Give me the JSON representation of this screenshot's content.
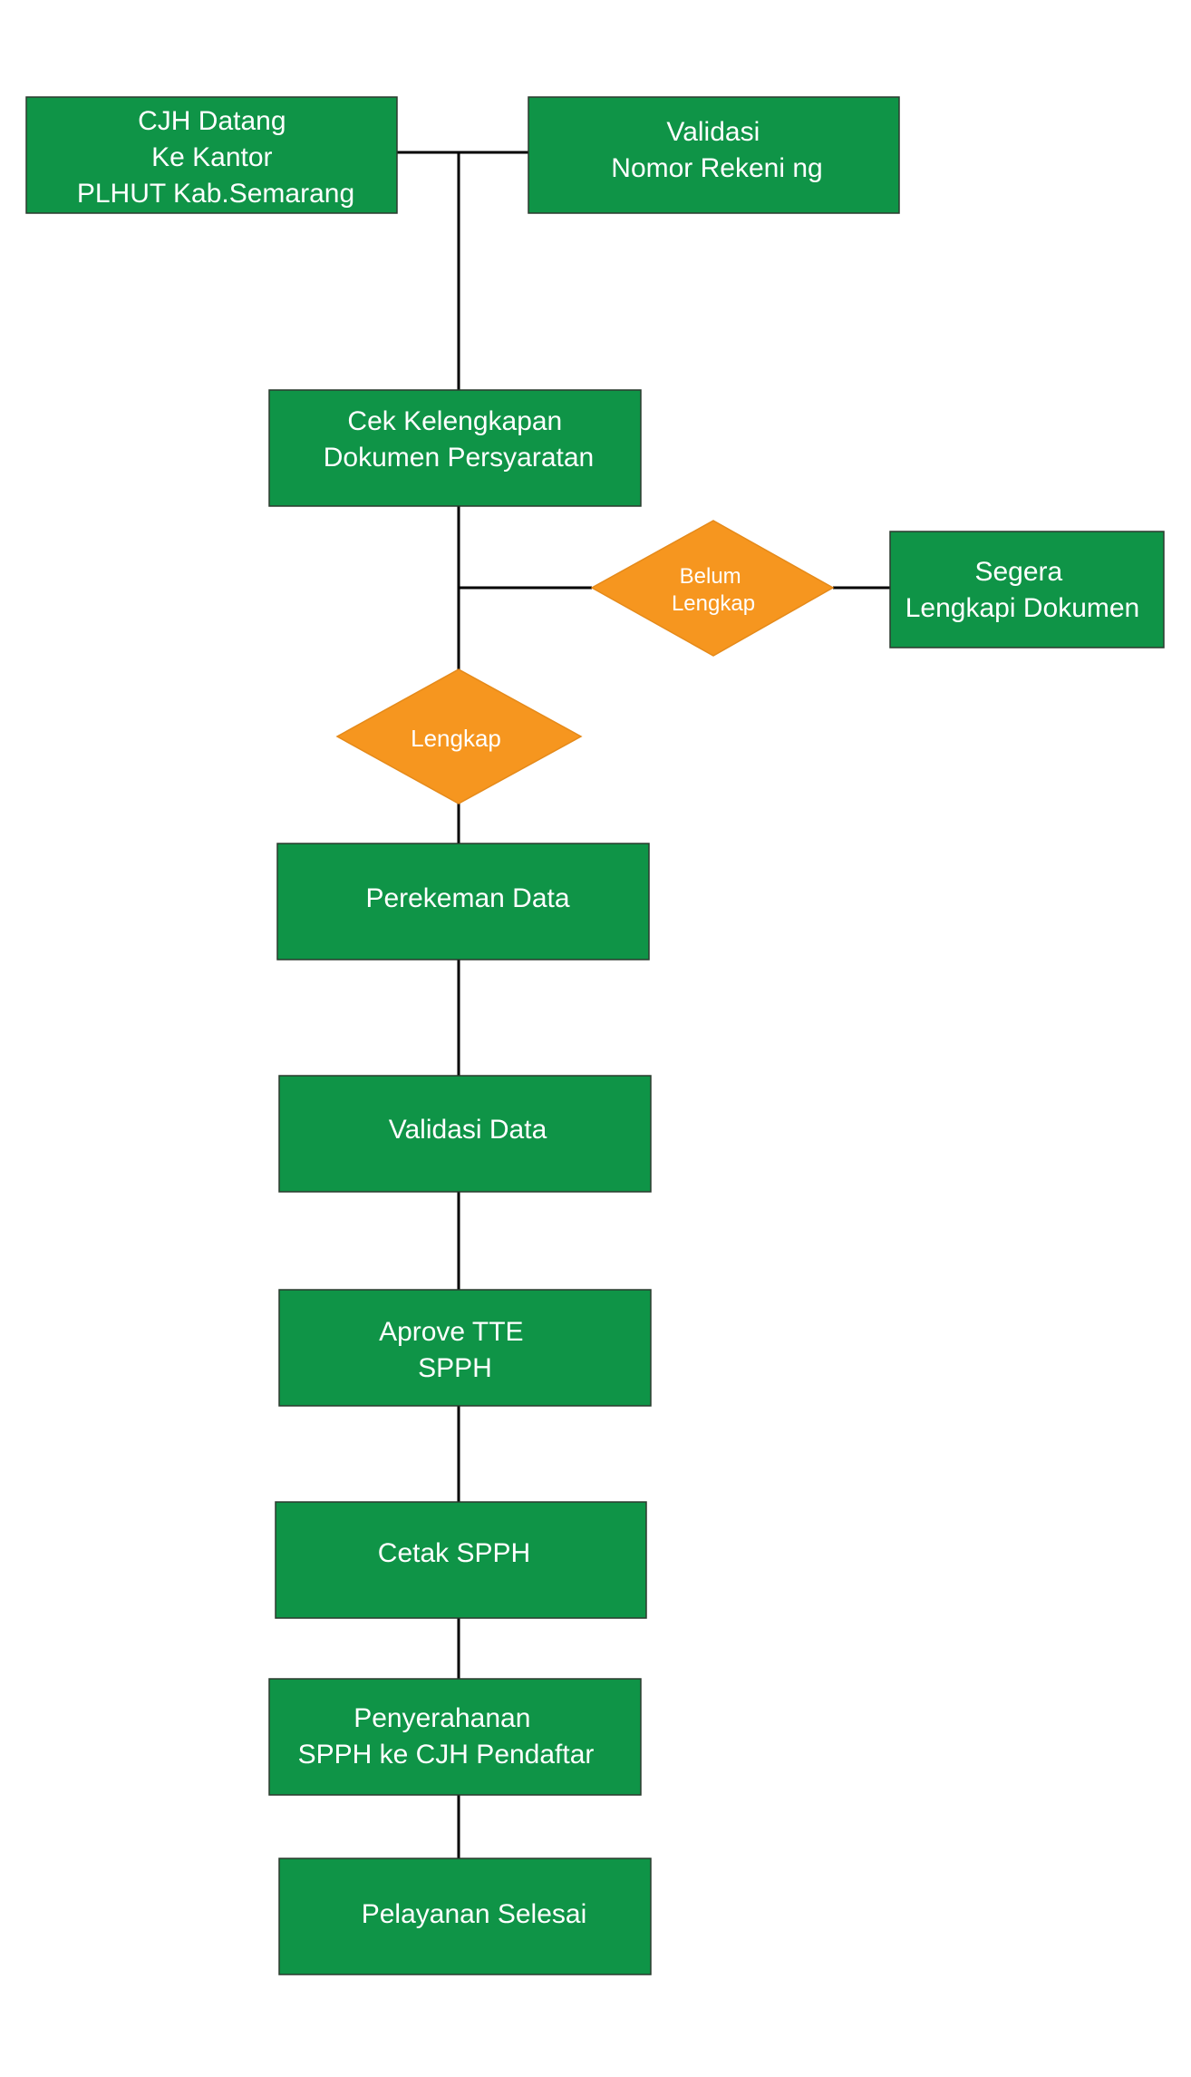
{
  "colors": {
    "process_fill": "#0f9447",
    "process_stroke": "#2b3a2f",
    "decision_fill": "#f6961f",
    "decision_stroke": "#e58a1a",
    "connector": "#000000",
    "text": "#ffffff",
    "background": "#ffffff"
  },
  "nodes": {
    "cjh_datang": {
      "lines": [
        "CJH Datang",
        "Ke Kantor",
        "PLHUT Kab.Semarang"
      ]
    },
    "validasi_rekening": {
      "lines": [
        "Validasi",
        "Nomor Rekeni ng"
      ]
    },
    "cek_kelengkapan": {
      "lines": [
        "Cek Kelengkapan",
        "Dokumen Persyaratan"
      ]
    },
    "belum_lengkap": {
      "lines": [
        "Belum",
        "Lengkap"
      ]
    },
    "segera_lengkapi": {
      "lines": [
        "Segera",
        "Lengkapi Dokumen"
      ]
    },
    "lengkap": {
      "lines": [
        "Lengkap"
      ]
    },
    "perekaman_data": {
      "lines": [
        "Perekeman Data"
      ]
    },
    "validasi_data": {
      "lines": [
        "Validasi Data"
      ]
    },
    "aprove_tte": {
      "lines": [
        "Aprove TTE",
        "SPPH"
      ]
    },
    "cetak_spph": {
      "lines": [
        "Cetak SPPH"
      ]
    },
    "penyerahan_spph": {
      "lines": [
        "Penyerahanan",
        "SPPH ke CJH Pendaftar"
      ]
    },
    "pelayanan_selesai": {
      "lines": [
        "Pelayanan Selesai"
      ]
    }
  }
}
